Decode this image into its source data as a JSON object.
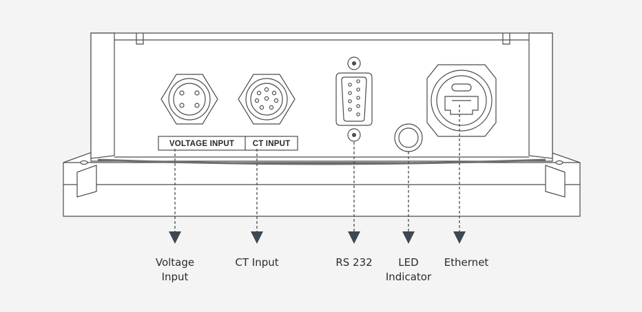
{
  "panel_labels": {
    "voltage_input": "VOLTAGE INPUT",
    "ct_input": "CT INPUT"
  },
  "callouts": {
    "voltage_input": [
      "Voltage",
      "Input"
    ],
    "ct_input": [
      "CT Input"
    ],
    "rs232": [
      "RS 232"
    ],
    "led_indicator": [
      "LED",
      "Indicator"
    ],
    "ethernet": [
      "Ethernet"
    ]
  },
  "colors": {
    "background": "#f4f4f4",
    "outline": "#4a4a4a",
    "arrow": "#3f4751",
    "text": "#2b2b2b"
  }
}
